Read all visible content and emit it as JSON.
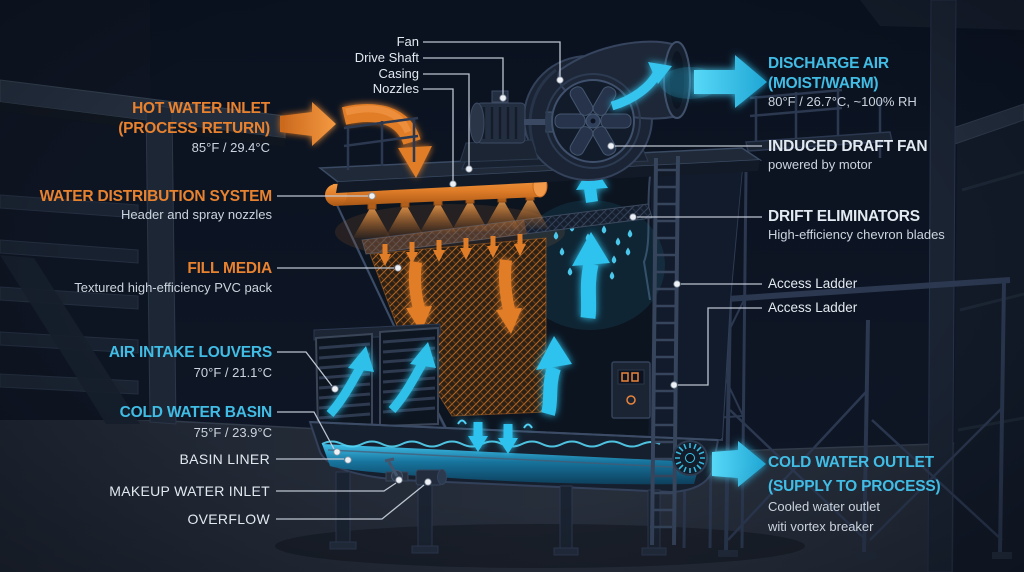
{
  "colors": {
    "hot_orange": "#E8822F",
    "cool_cyan": "#41BDE5",
    "label_white": "#E3E9F0",
    "detail_gray": "#CBD4DE",
    "background": "#0C1320",
    "water": "#2FA3CF"
  },
  "labels": {
    "top": [
      {
        "text": "Fan"
      },
      {
        "text": "Drive Shaft"
      },
      {
        "text": "Casing"
      },
      {
        "text": "Nozzles"
      }
    ],
    "left": [
      {
        "title": "HOT WATER INLET",
        "line2": "(PROCESS RETURN)",
        "detail": "85°F / 29.4°C"
      },
      {
        "title": "WATER DISTRIBUTION SYSTEM",
        "detail": "Header and spray nozzles"
      },
      {
        "title": "FILL MEDIA",
        "detail": "Textured high-efficiency PVC pack"
      },
      {
        "title": "AIR INTAKE LOUVERS",
        "detail": "70°F / 21.1°C"
      },
      {
        "title": "COLD WATER BASIN",
        "detail": "75°F / 23.9°C"
      },
      {
        "title": "BASIN LINER"
      },
      {
        "title": "MAKEUP WATER INLET"
      },
      {
        "title": "OVERFLOW"
      }
    ],
    "right": [
      {
        "title": "DISCHARGE AIR",
        "line2": "(MOIST/WARM)",
        "detail": "80°F / 26.7°C, ~100% RH"
      },
      {
        "title": "INDUCED DRAFT FAN",
        "detail": "powered by motor"
      },
      {
        "title": "DRIFT ELIMINATORS",
        "detail": "High-efficiency chevron blades"
      },
      {
        "title": "Access Ladder"
      },
      {
        "title": "Access Ladder"
      },
      {
        "title": "COLD WATER OUTLET",
        "line2": "(SUPPLY TO PROCESS)",
        "detail": "Cooled water outlet",
        "detail2": "witi vortex breaker"
      }
    ]
  }
}
